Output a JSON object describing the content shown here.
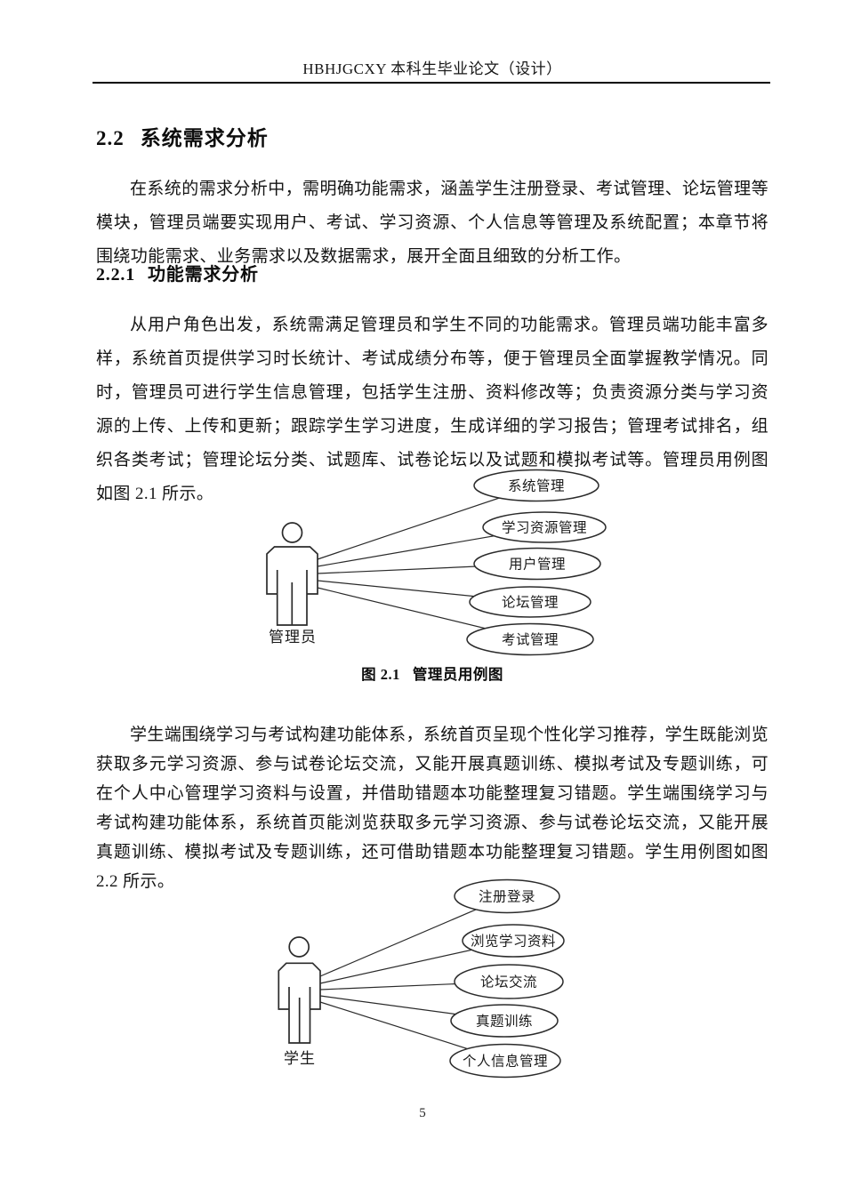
{
  "header": {
    "title": "HBHJGCXY 本科生毕业论文（设计）"
  },
  "headings": {
    "section": {
      "number": "2.2",
      "title": "系统需求分析"
    },
    "subsection": {
      "number": "2.2.1",
      "title": "功能需求分析"
    }
  },
  "paragraphs": {
    "p1": "在系统的需求分析中，需明确功能需求，涵盖学生注册登录、考试管理、论坛管理等模块，管理员端要实现用户、考试、学习资源、个人信息等管理及系统配置；本章节将围绕功能需求、业务需求以及数据需求，展开全面且细致的分析工作。",
    "p2": "从用户角色出发，系统需满足管理员和学生不同的功能需求。管理员端功能丰富多样，系统首页提供学习时长统计、考试成绩分布等，便于管理员全面掌握教学情况。同时，管理员可进行学生信息管理，包括学生注册、资料修改等；负责资源分类与学习资源的上传、上传和更新；跟踪学生学习进度，生成详细的学习报告；管理考试排名，组织各类考试；管理论坛分类、试题库、试卷论坛以及试题和模拟考试等。管理员用例图如图 2.1 所示。",
    "p3": "学生端围绕学习与考试构建功能体系，系统首页呈现个性化学习推荐，学生既能浏览获取多元学习资源、参与试卷论坛交流，又能开展真题训练、模拟考试及专题训练，可在个人中心管理学习资料与设置，并借助错题本功能整理复习错题。学生端围绕学习与考试构建功能体系，系统首页能浏览获取多元学习资源、参与试卷论坛交流，又能开展真题训练、模拟考试及专题训练，还可借助错题本功能整理复习错题。学生用例图如图 2.2 所示。"
  },
  "figure_admin": {
    "caption_label": "图 2.1",
    "caption_text": "管理员用例图",
    "actor_label": "管理员",
    "use_cases": [
      "系统管理",
      "学习资源管理",
      "用户管理",
      "论坛管理",
      "考试管理"
    ]
  },
  "figure_student": {
    "actor_label": "学生",
    "use_cases": [
      "注册登录",
      "浏览学习资料",
      "论坛交流",
      "真题训练",
      "个人信息管理"
    ]
  },
  "footer": {
    "page_number": "5"
  },
  "colors": {
    "text": "#111111",
    "diagram_stroke": "#2b2b2b",
    "header_rule": "#000000"
  }
}
